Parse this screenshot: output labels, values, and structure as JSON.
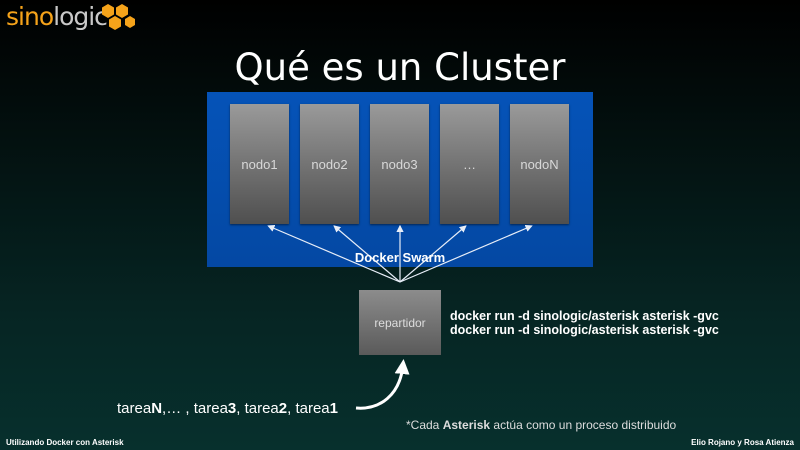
{
  "logo": {
    "part1": "sino",
    "part2": "logic",
    "accent": "#f5a31a"
  },
  "title": "Qué es un Cluster",
  "cluster": {
    "label": "Docker Swarm",
    "nodes": [
      "nodo1",
      "nodo2",
      "nodo3",
      "…",
      "nodoN"
    ]
  },
  "dispatcher": "repartidor",
  "commands": [
    "docker run -d sinologic/asterisk asterisk -gvc",
    "docker run -d sinologic/asterisk asterisk -gvc"
  ],
  "tasks": [
    {
      "t": "tarea",
      "b": false
    },
    {
      "t": "N",
      "b": true
    },
    {
      "t": ",… , tarea",
      "b": false
    },
    {
      "t": "3",
      "b": true
    },
    {
      "t": ", tarea",
      "b": false
    },
    {
      "t": "2",
      "b": true
    },
    {
      "t": ", tarea",
      "b": false
    },
    {
      "t": "1",
      "b": true
    }
  ],
  "note": [
    {
      "t": "*Cada ",
      "b": false
    },
    {
      "t": "Asterisk",
      "b": true
    },
    {
      "t": " actúa como un proceso distribuido",
      "b": false
    }
  ],
  "footer": {
    "left": "Utilizando Docker con Asterisk",
    "right": "Elio Rojano y Rosa Atienza"
  }
}
